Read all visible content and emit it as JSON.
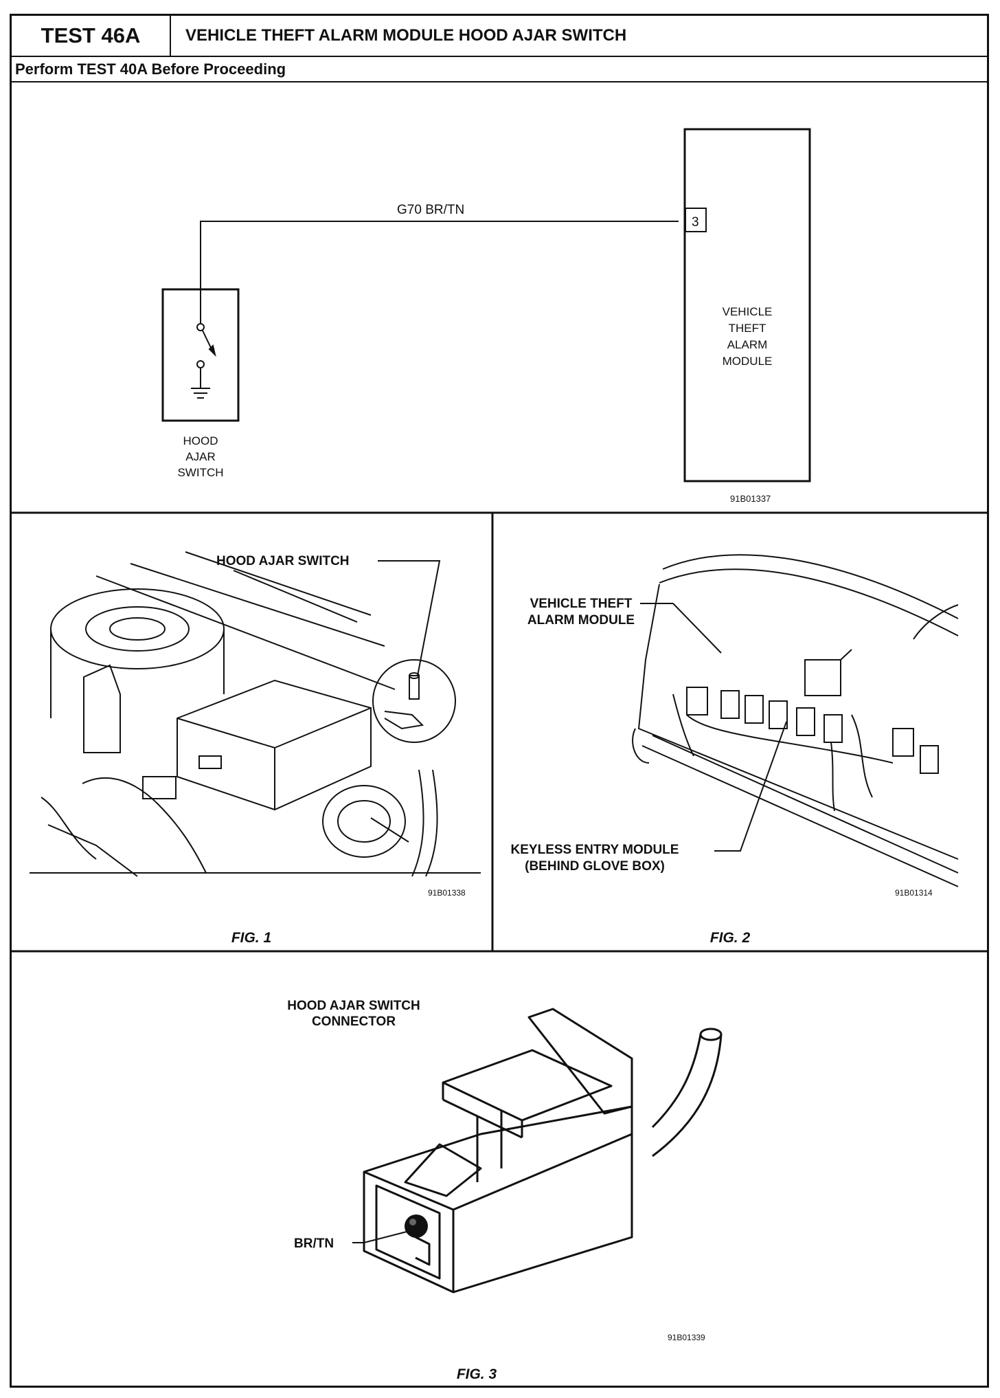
{
  "header": {
    "test_id": "TEST 46A",
    "title": "VEHICLE THEFT ALARM MODULE HOOD AJAR SWITCH",
    "prerequisite": "Perform TEST 40A Before Proceeding"
  },
  "schematic": {
    "wire_label": "G70 BR/TN",
    "pin_number": "3",
    "module_label": [
      "VEHICLE",
      "THEFT",
      "ALARM",
      "MODULE"
    ],
    "switch_label": [
      "HOOD",
      "AJAR",
      "SWITCH"
    ],
    "figure_code": "91B01337"
  },
  "fig1": {
    "callout": "HOOD AJAR SWITCH",
    "figure_code": "91B01338",
    "caption": "FIG. 1"
  },
  "fig2": {
    "callout_module": [
      "VEHICLE THEFT",
      "ALARM MODULE"
    ],
    "callout_keyless": [
      "KEYLESS ENTRY MODULE",
      "(BEHIND GLOVE BOX)"
    ],
    "figure_code": "91B01314",
    "caption": "FIG. 2"
  },
  "fig3": {
    "title": [
      "HOOD AJAR SWITCH",
      "CONNECTOR"
    ],
    "wire_label": "BR/TN",
    "figure_code": "91B01339",
    "caption": "FIG. 3"
  }
}
